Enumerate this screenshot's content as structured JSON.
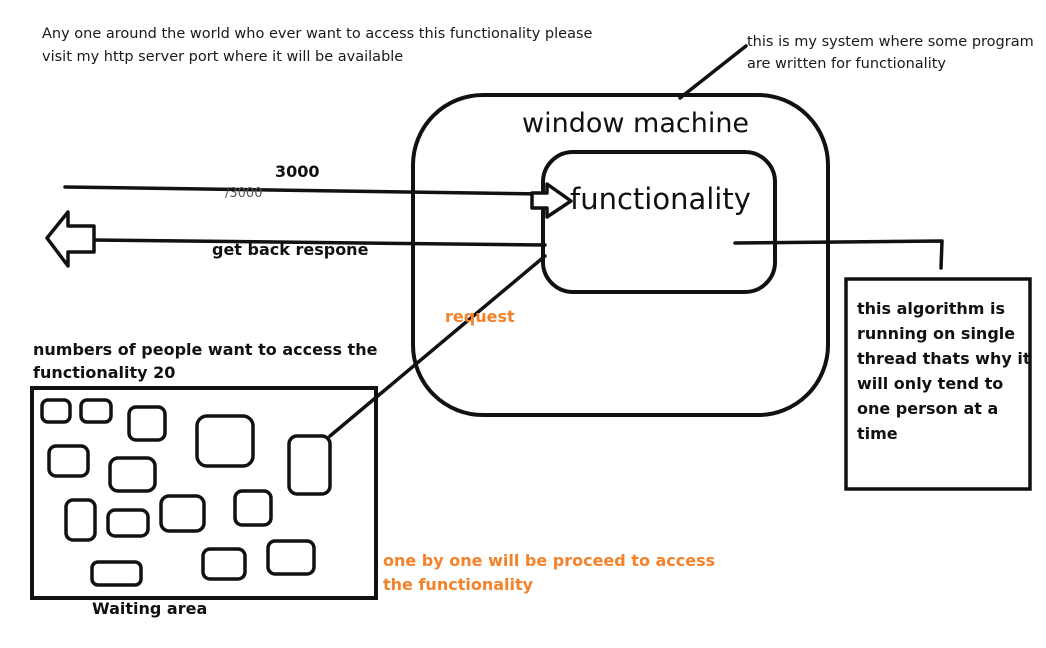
{
  "notes": {
    "top_left_line1": "Any one around the world who ever want to access this functionality please",
    "top_left_line2": "visit my http server port where it will be available",
    "top_right_line1": "this is my system where some program",
    "top_right_line2": "are written for functionality"
  },
  "machine": {
    "title": "window machine",
    "inner_label": "functionality"
  },
  "arrows": {
    "port_label": "3000",
    "port_sub_label": "/3000",
    "response_label": "get back respone",
    "request_label": "request"
  },
  "waiting": {
    "heading_line1": "numbers of people want to access the",
    "heading_line2": "functionality  20",
    "area_label": "Waiting area",
    "proceed_line1": "one by one will be proceed to access",
    "proceed_line2": "the functionality"
  },
  "algorithm_note": {
    "line1": "this algorithm is",
    "line2": "running on single",
    "line3": "thread thats why it",
    "line4": "will only tend to",
    "line5": "one person at a",
    "line6": "time"
  },
  "colors": {
    "ink": "#111111",
    "accent_orange": "#f5822a"
  }
}
